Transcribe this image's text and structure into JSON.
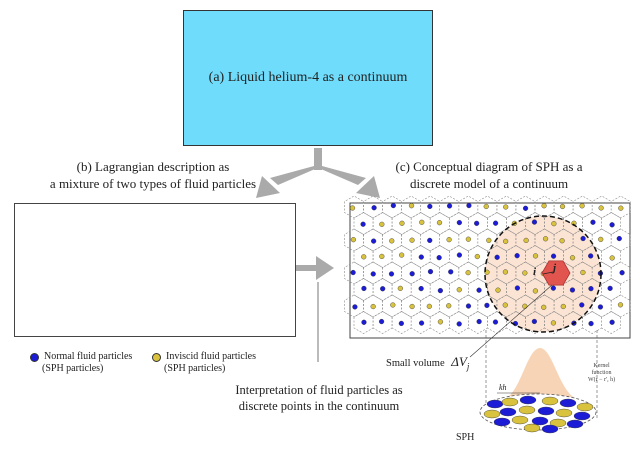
{
  "top_box": {
    "label": "(a) Liquid helium-4 as a continuum",
    "color": "#6fdcfb"
  },
  "panel_b": {
    "title_line1": "(b) Lagrangian description as",
    "title_line2": "a mixture of two types of fluid particles"
  },
  "panel_c": {
    "title_line1": "(c) Conceptual diagram of SPH as a",
    "title_line2": "discrete model of a continuum"
  },
  "legend": {
    "normal_line1": "Normal fluid particles",
    "normal_line2": "(SPH particles)",
    "inviscid_line1": "Inviscid fluid particles",
    "inviscid_line2": "(SPH particles)",
    "normal_color": "#1c1cd6",
    "inviscid_color": "#d9c23e"
  },
  "interpretation": {
    "line1": "Interpretation of fluid particles as",
    "line2": "discrete points in the continuum"
  },
  "small_volume": {
    "label": "Small volume",
    "symbol": "ΔV",
    "subscript": "j"
  },
  "labels": {
    "i": "i",
    "j": "j",
    "kh": "kh",
    "sph": "SPH",
    "kernel_line1": "Kernel",
    "kernel_line2": "function",
    "kernel_line3": "W(r − r', h)"
  }
}
